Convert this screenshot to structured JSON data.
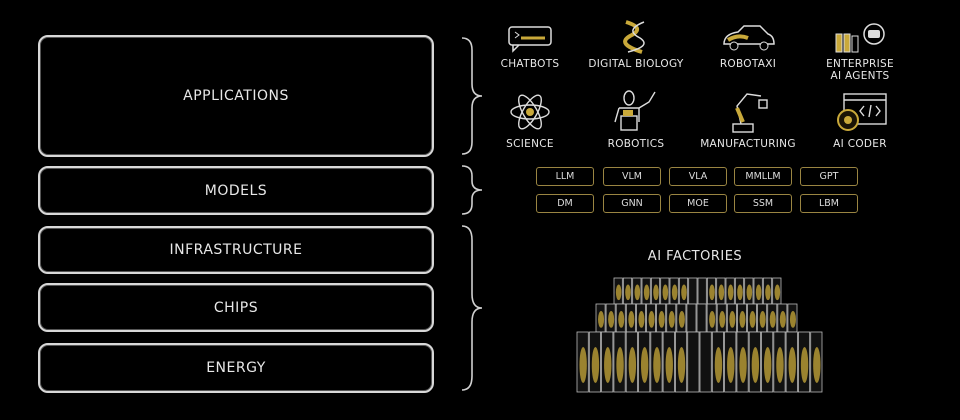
{
  "layers": [
    {
      "label": "APPLICATIONS"
    },
    {
      "label": "MODELS"
    },
    {
      "label": "INFRASTRUCTURE"
    },
    {
      "label": "CHIPS"
    },
    {
      "label": "ENERGY"
    }
  ],
  "applications": [
    {
      "label": "CHATBOTS",
      "icon": "chat-bubble-icon"
    },
    {
      "label": "DIGITAL BIOLOGY",
      "icon": "dna-icon"
    },
    {
      "label": "ROBOTAXI",
      "icon": "car-icon"
    },
    {
      "label": "ENTERPRISE AI AGENTS",
      "icon": "agent-robot-icon"
    },
    {
      "label": "SCIENCE",
      "icon": "atom-icon"
    },
    {
      "label": "ROBOTICS",
      "icon": "humanoid-robot-icon"
    },
    {
      "label": "MANUFACTURING",
      "icon": "robot-arm-icon"
    },
    {
      "label": "AI CODER",
      "icon": "code-window-icon"
    }
  ],
  "models": [
    "LLM",
    "VLM",
    "VLA",
    "MMLLM",
    "GPT",
    "DM",
    "GNN",
    "MOE",
    "SSM",
    "LBM"
  ],
  "factories": {
    "title": "AI FACTORIES"
  },
  "colors": {
    "accent": "#c9a93a",
    "line": "#d8d8d8",
    "background": "#000000"
  }
}
